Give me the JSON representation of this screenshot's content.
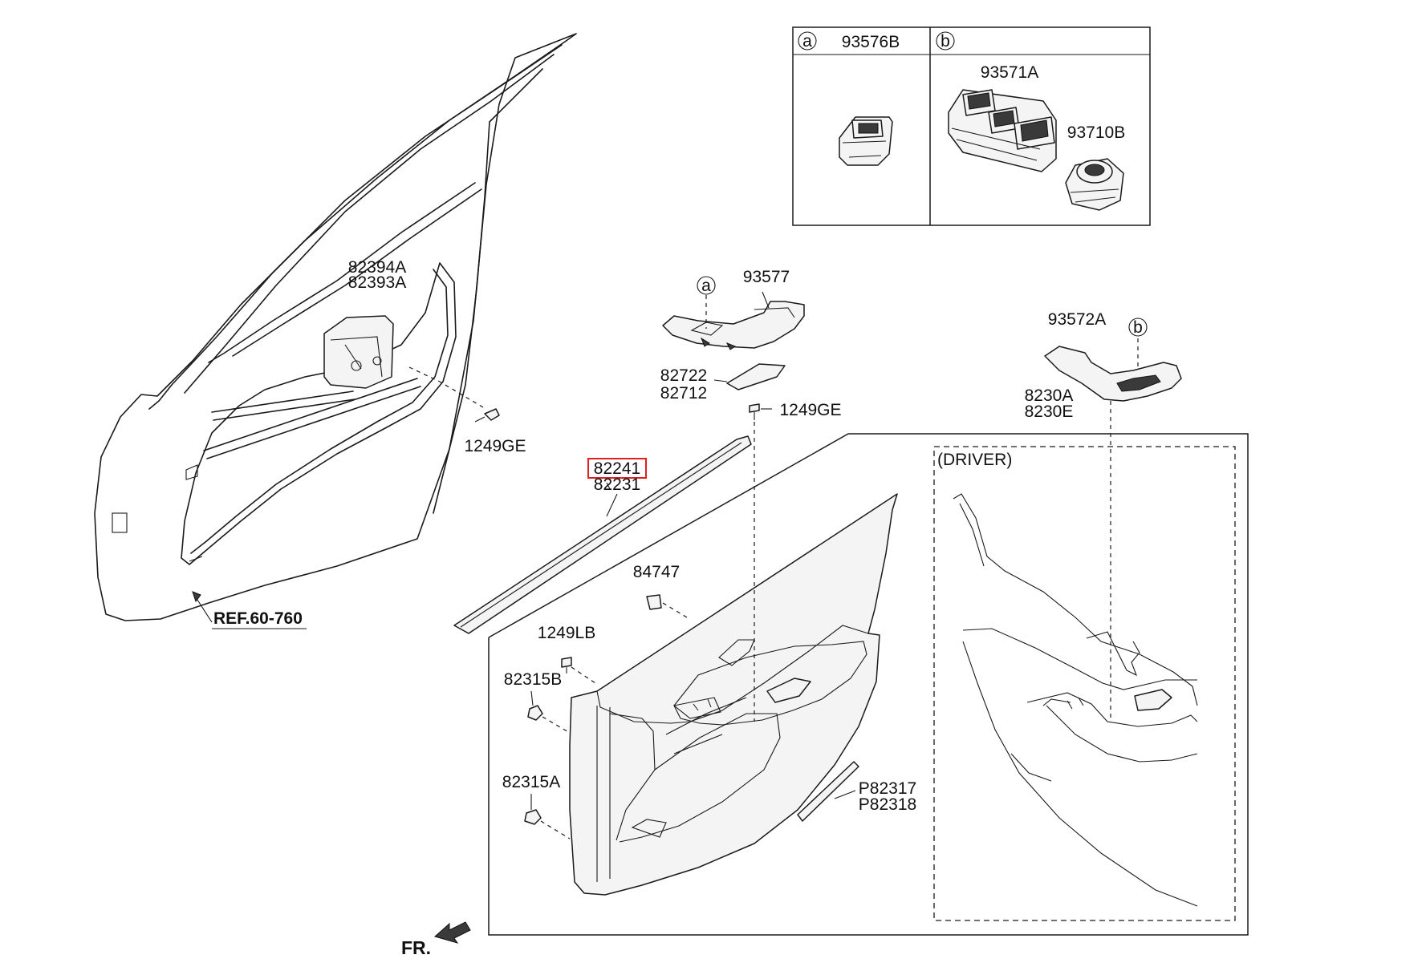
{
  "callout_table": {
    "col_a": {
      "marker": "a",
      "part": "93576B"
    },
    "col_b": {
      "marker": "b",
      "parts": [
        "93571A",
        "93710B"
      ]
    }
  },
  "labels": {
    "p82394A": "82394A",
    "p82393A": "82393A",
    "p1249GE_left": "1249GE",
    "ref": "REF.60-760",
    "p93577": "93577",
    "marker_a": "a",
    "p82722": "82722",
    "p82712": "82712",
    "p1249GE_mid": "1249GE",
    "p82241": "82241",
    "p82231": "82231",
    "p84747": "84747",
    "p1249LB": "1249LB",
    "p82315B": "82315B",
    "p82315A": "82315A",
    "pP82317": "P82317",
    "pP82318": "P82318",
    "p93572A": "93572A",
    "marker_b": "b",
    "p8230A": "8230A",
    "p8230E": "8230E",
    "driver": "(DRIVER)",
    "front": "FR."
  },
  "highlighted_part": "82241",
  "colors": {
    "highlight": "#e02020",
    "line": "#1a1a1a"
  }
}
